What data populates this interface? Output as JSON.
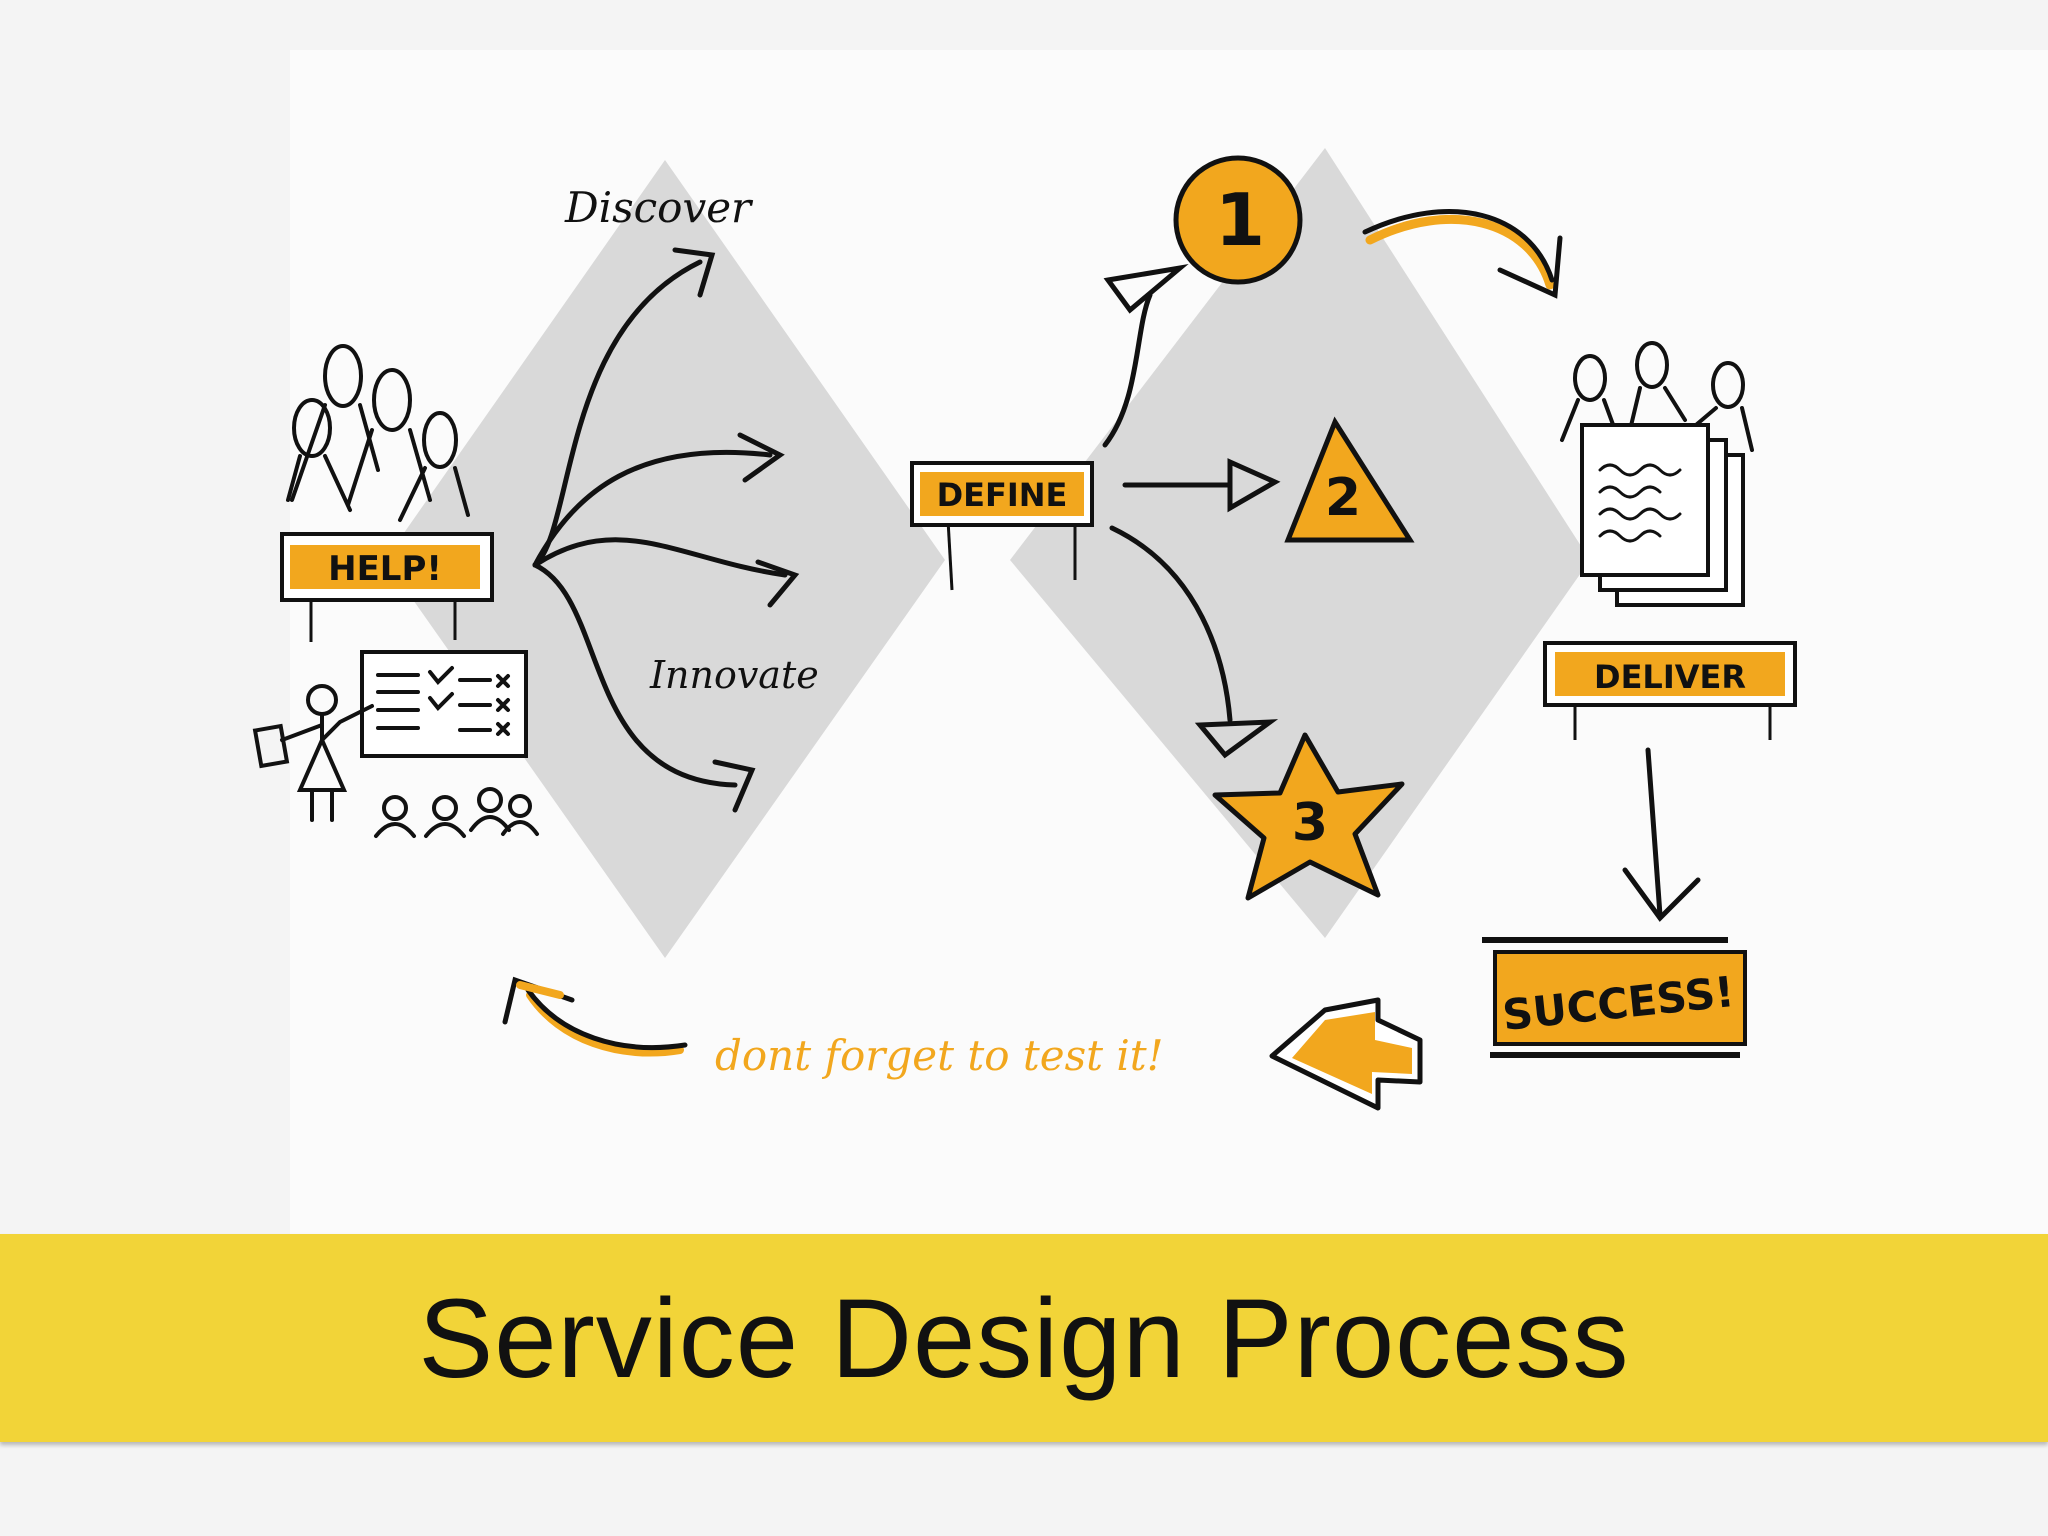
{
  "diagram": {
    "labels": {
      "discover": "Discover",
      "innovate": "Innovate",
      "help": "HELP!",
      "define": "DEFINE",
      "deliver": "DELIVER",
      "success": "SUCCESS!",
      "test_note": "dont forget to test it!"
    },
    "markers": {
      "one": "1",
      "two": "2",
      "three": "3"
    },
    "colors": {
      "accent": "#f2a71e",
      "diamond": "#d9d9d9",
      "ink": "#111111"
    }
  },
  "banner": {
    "title": "Service Design Process",
    "color": "#f2d438"
  }
}
